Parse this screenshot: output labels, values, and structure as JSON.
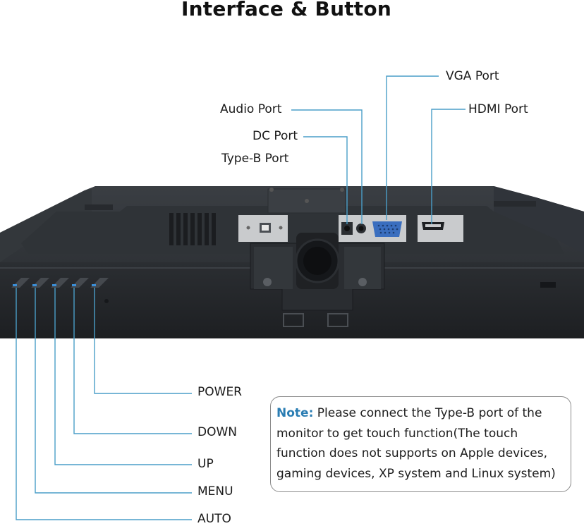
{
  "title": "Interface & Button",
  "port_labels": {
    "vga": "VGA Port",
    "audio": "Audio Port",
    "hdmi": "HDMI Port",
    "dc": "DC Port",
    "type_b": "Type-B Port"
  },
  "button_labels": {
    "power": "POWER",
    "down": "DOWN",
    "up": "UP",
    "menu": "MENU",
    "auto": "AUTO"
  },
  "note": {
    "key": "Note:",
    "text": "Please connect the Type-B port of the monitor to get touch function(The touch function does not supports on Apple devices, gaming devices, XP system and Linux system)"
  },
  "colors": {
    "leader_line": "#4a9ec8",
    "note_key": "#2a7db3",
    "button_led": "#3b8fd8",
    "monitor_body": "#2e3236"
  }
}
